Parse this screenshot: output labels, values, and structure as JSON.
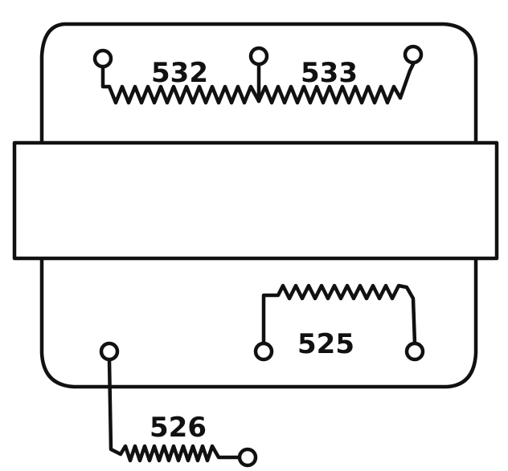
{
  "diagram": {
    "labels": {
      "winding_top_left": "532",
      "winding_top_right": "533",
      "winding_bottom_right": "525",
      "winding_lead": "526"
    },
    "colors": {
      "ink": "#111111",
      "paper": "#ffffff"
    }
  }
}
